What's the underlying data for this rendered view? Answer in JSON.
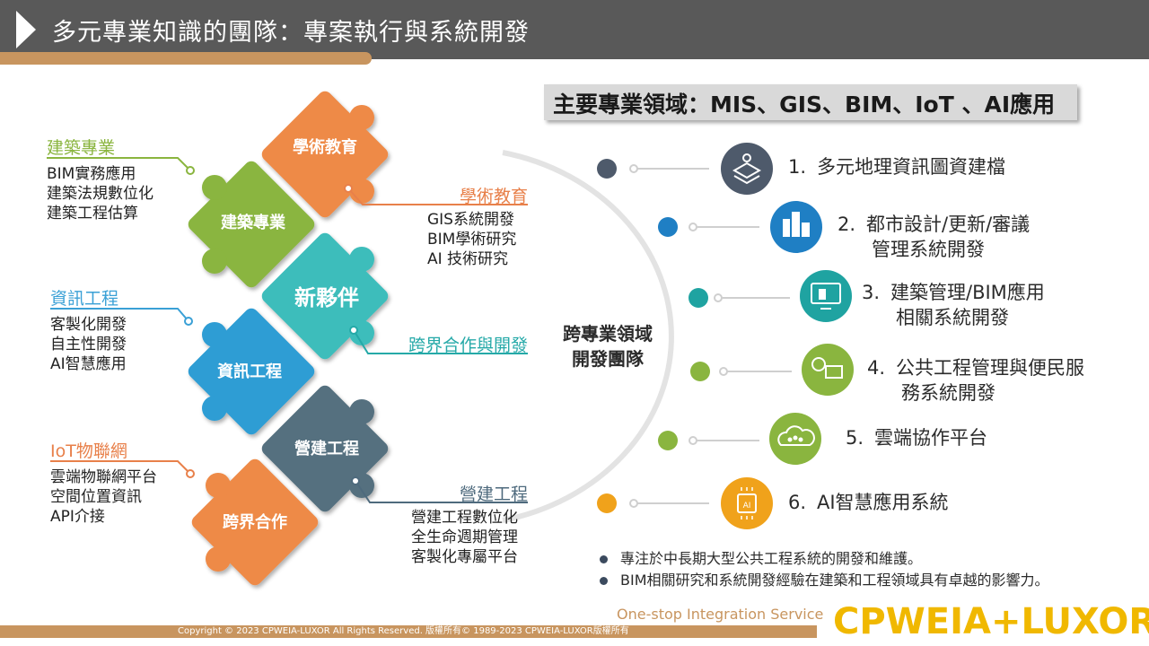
{
  "header": {
    "title": "多元專業知識的團隊：專案執行與系統開發"
  },
  "section": {
    "heading": "主要專業領域：MIS、GIS、BIM、IoT 、AI應用"
  },
  "puzzle": {
    "academic": "學術教育",
    "architecture": "建築專業",
    "partner": "新夥伴",
    "it": "資訊工程",
    "construction": "營建工程",
    "crossover": "跨界合作"
  },
  "left_groups": [
    {
      "title": "建築專業",
      "items": [
        "BIM實務應用",
        "建築法規數位化",
        "建築工程估算"
      ],
      "color": "#8ab53f"
    },
    {
      "title": "資訊工程",
      "items": [
        "客製化開發",
        "自主性開發",
        "AI智慧應用"
      ],
      "color": "#3aa0d6"
    },
    {
      "title": "IoT物聯網",
      "items": [
        "雲端物聯網平台",
        "空間位置資訊",
        "API介接"
      ],
      "color": "#e8804a"
    }
  ],
  "right_groups": [
    {
      "title": "學術教育",
      "items": [
        "GIS系統開發",
        "BIM學術研究",
        "AI 技術研究"
      ],
      "color": "#e8804a"
    },
    {
      "title": "跨界合作與開發",
      "items": [],
      "color": "#25a9a8"
    },
    {
      "title": "營建工程",
      "items": [
        "營建工程數位化",
        "全生命週期管理",
        "客製化專屬平台"
      ],
      "color": "#4e6a7d"
    }
  ],
  "center_label": [
    "跨專業領域",
    "開發團隊"
  ],
  "fields": [
    {
      "num": "1.",
      "line1": "多元地理資訊圖資建檔",
      "line2": "",
      "color": "#4e5a6b",
      "icon": "layers-map-icon"
    },
    {
      "num": "2.",
      "line1": "都市設計/更新/審議",
      "line2": "管理系統開發",
      "color": "#1f7fc4",
      "icon": "city-buildings-icon"
    },
    {
      "num": "3.",
      "line1": "建築管理/BIM應用",
      "line2": "相關系統開發",
      "color": "#1fa3a1",
      "icon": "building-monitor-icon"
    },
    {
      "num": "4.",
      "line1": "公共工程管理與便民服",
      "line2": "務系統開發",
      "color": "#8ab53f",
      "icon": "gears-screen-icon"
    },
    {
      "num": "5.",
      "line1": "雲端協作平台",
      "line2": "",
      "color": "#8ab53f",
      "icon": "cloud-team-icon"
    },
    {
      "num": "6.",
      "line1": "AI智慧應用系統",
      "line2": "",
      "color": "#f0a21b",
      "icon": "ai-chip-icon"
    }
  ],
  "bullets": [
    "專注於中長期大型公共工程系統的開發和維護。",
    "BIM相關研究和系統開發經驗在建築和工程領域具有卓越的影響力。"
  ],
  "footer": {
    "copyright": "Copyright © 2023 CPWEIA-LUXOR All Rights Reserved. 版權所有© 1989-2023 CPWEIA-LUXOR版權所有",
    "tagline": "One-stop Integration Service",
    "brand": "CPWEIA+LUXOR"
  }
}
